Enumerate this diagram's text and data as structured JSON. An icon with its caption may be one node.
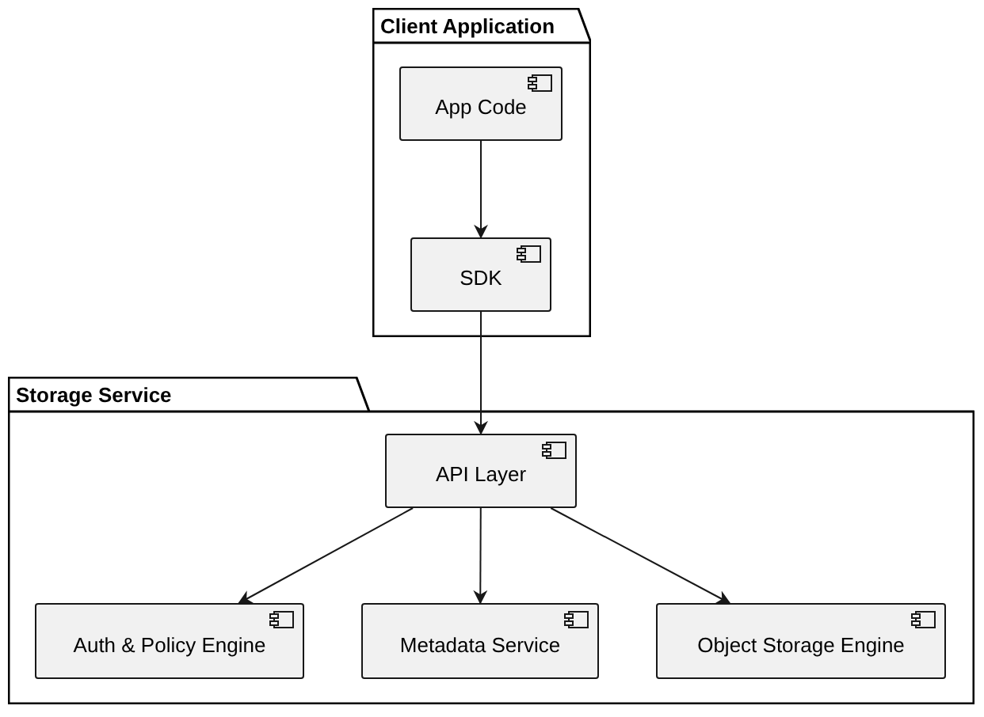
{
  "diagram": {
    "nodes": [
      {
        "text": [
          "Client Application"
        ]
      },
      {
        "text": [
          "App Code"
        ],
        "in": 0
      },
      {
        "text": [
          "SDK"
        ],
        "in": 0
      },
      {
        "text": [
          "Storage Service"
        ]
      },
      {
        "text": [
          "API Layer"
        ],
        "in": 3
      },
      {
        "text": [
          "Auth & Policy Engine"
        ],
        "in": 3
      },
      {
        "text": [
          "Metadata Service"
        ],
        "in": 3
      },
      {
        "text": [
          "Object Storage Engine"
        ],
        "in": 3
      }
    ],
    "edges": [
      {
        "from": 1,
        "to": 2,
        "arrow": "to"
      },
      {
        "from": 2,
        "to": 4,
        "arrow": "to"
      },
      {
        "from": 4,
        "to": 5,
        "arrow": "to"
      },
      {
        "from": 4,
        "to": 6,
        "arrow": "to"
      },
      {
        "from": 4,
        "to": 7,
        "arrow": "to"
      }
    ]
  }
}
